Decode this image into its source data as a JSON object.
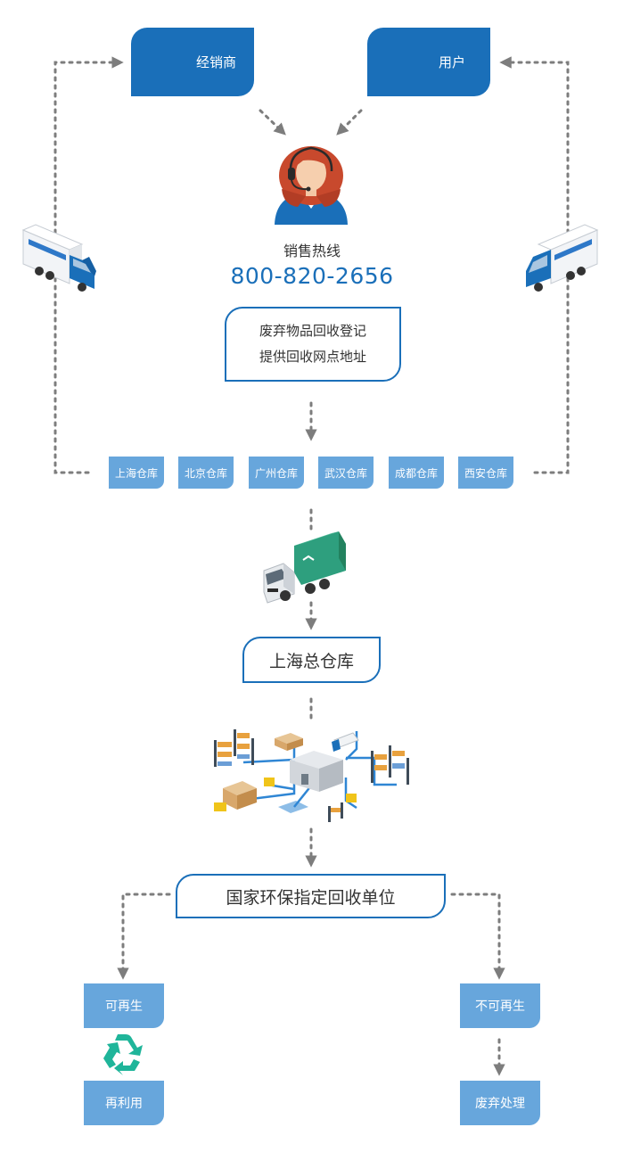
{
  "nodes": {
    "dealer": "经销商",
    "user": "用户",
    "hotline_title": "销售热线",
    "hotline_number": "800-820-2656",
    "registration_lines": [
      "废弃物品回收登记",
      "提供回收网点地址"
    ],
    "warehouses": [
      "上海仓库",
      "北京仓库",
      "广州仓库",
      "武汉仓库",
      "成都仓库",
      "西安仓库"
    ],
    "headquarters": "上海总仓库",
    "national_unit": "国家环保指定回收单位",
    "recyclable": "可再生",
    "reuse": "再利用",
    "non_recyclable": "不可再生",
    "disposal": "废弃处理"
  },
  "colors": {
    "primary_blue": "#1a6fb9",
    "light_blue": "#67a6dc",
    "arrow_gray": "#7d7d7d",
    "recycle_green": "#1fb59a",
    "garbage_truck_green": "#2e9f7e"
  },
  "icons": [
    "dealer-icon",
    "user-icon",
    "operator-icon",
    "delivery-truck-icon",
    "garbage-truck-icon",
    "warehouse-network-icon",
    "recycle-icon"
  ]
}
